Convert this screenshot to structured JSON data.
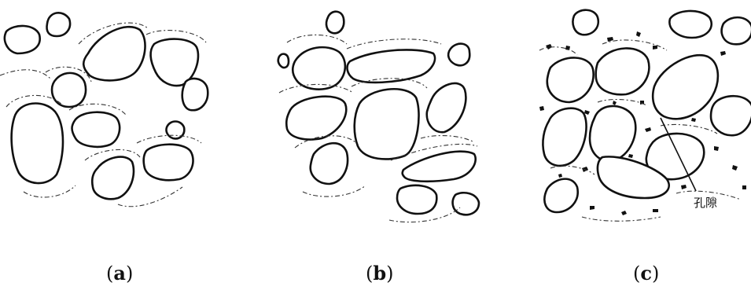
{
  "panels": [
    {
      "id": "a",
      "caption": "a"
    },
    {
      "id": "b",
      "caption": "b"
    },
    {
      "id": "c",
      "caption": "c",
      "annotation": "孔隙"
    }
  ],
  "colors": {
    "ink": "#111111",
    "background": "#ffffff"
  }
}
